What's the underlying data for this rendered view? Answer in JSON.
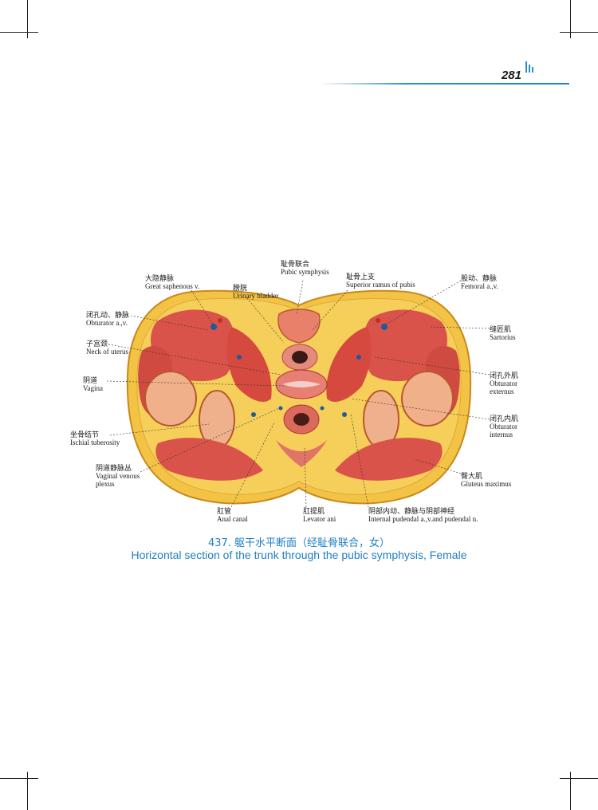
{
  "page": {
    "number": "281"
  },
  "figure": {
    "caption_zh": "437. 躯干水平断面（经耻骨联合，女）",
    "caption_en": "Horizontal section of the trunk through the pubic symphysis, Female",
    "labels": {
      "pubic_symphysis": {
        "zh": "耻骨联合",
        "en": "Pubic symphysis"
      },
      "great_saphenous": {
        "zh": "大隐静脉",
        "en": "Great saphenous v."
      },
      "urinary_bladder": {
        "zh": "膀胱",
        "en": "Urinary bladder"
      },
      "superior_ramus": {
        "zh": "耻骨上支",
        "en": "Superior ramus of pubis"
      },
      "femoral": {
        "zh": "股动、静脉",
        "en": "Femoral a.,v."
      },
      "obturator_av": {
        "zh": "闭孔动、静脉",
        "en": "Obturator a.,v."
      },
      "sartorius": {
        "zh": "缝匠肌",
        "en": "Sartorius"
      },
      "neck_uterus": {
        "zh": "子宫颈",
        "en": "Neck of uterus"
      },
      "vagina": {
        "zh": "阴道",
        "en": "Vagina"
      },
      "obturator_externus": {
        "zh": "闭孔外肌",
        "en1": "Obturator",
        "en2": "externus"
      },
      "obturator_internus": {
        "zh": "闭孔内肌",
        "en1": "Obturator",
        "en2": "internus"
      },
      "ischial_tuberosity": {
        "zh": "坐骨结节",
        "en": "Ischial tuberosity"
      },
      "vaginal_plexus": {
        "zh": "阴道静脉丛",
        "en1": "Vaginal venous",
        "en2": "plexus"
      },
      "gluteus_maximus": {
        "zh": "臀大肌",
        "en": "Gluteus maximus"
      },
      "anal_canal": {
        "zh": "肛管",
        "en": "Anal canal"
      },
      "levator_ani": {
        "zh": "肛提肌",
        "en": "Levator ani"
      },
      "pudendal": {
        "zh": "阴部内动、静脉与阴部神经",
        "en": "Internal pudendal a.,v.and pudendal n."
      }
    }
  },
  "colors": {
    "accent": "#1f7fc4",
    "fat": "#f2c344",
    "muscle": "#d9534a",
    "bone": "#f0b08a"
  }
}
